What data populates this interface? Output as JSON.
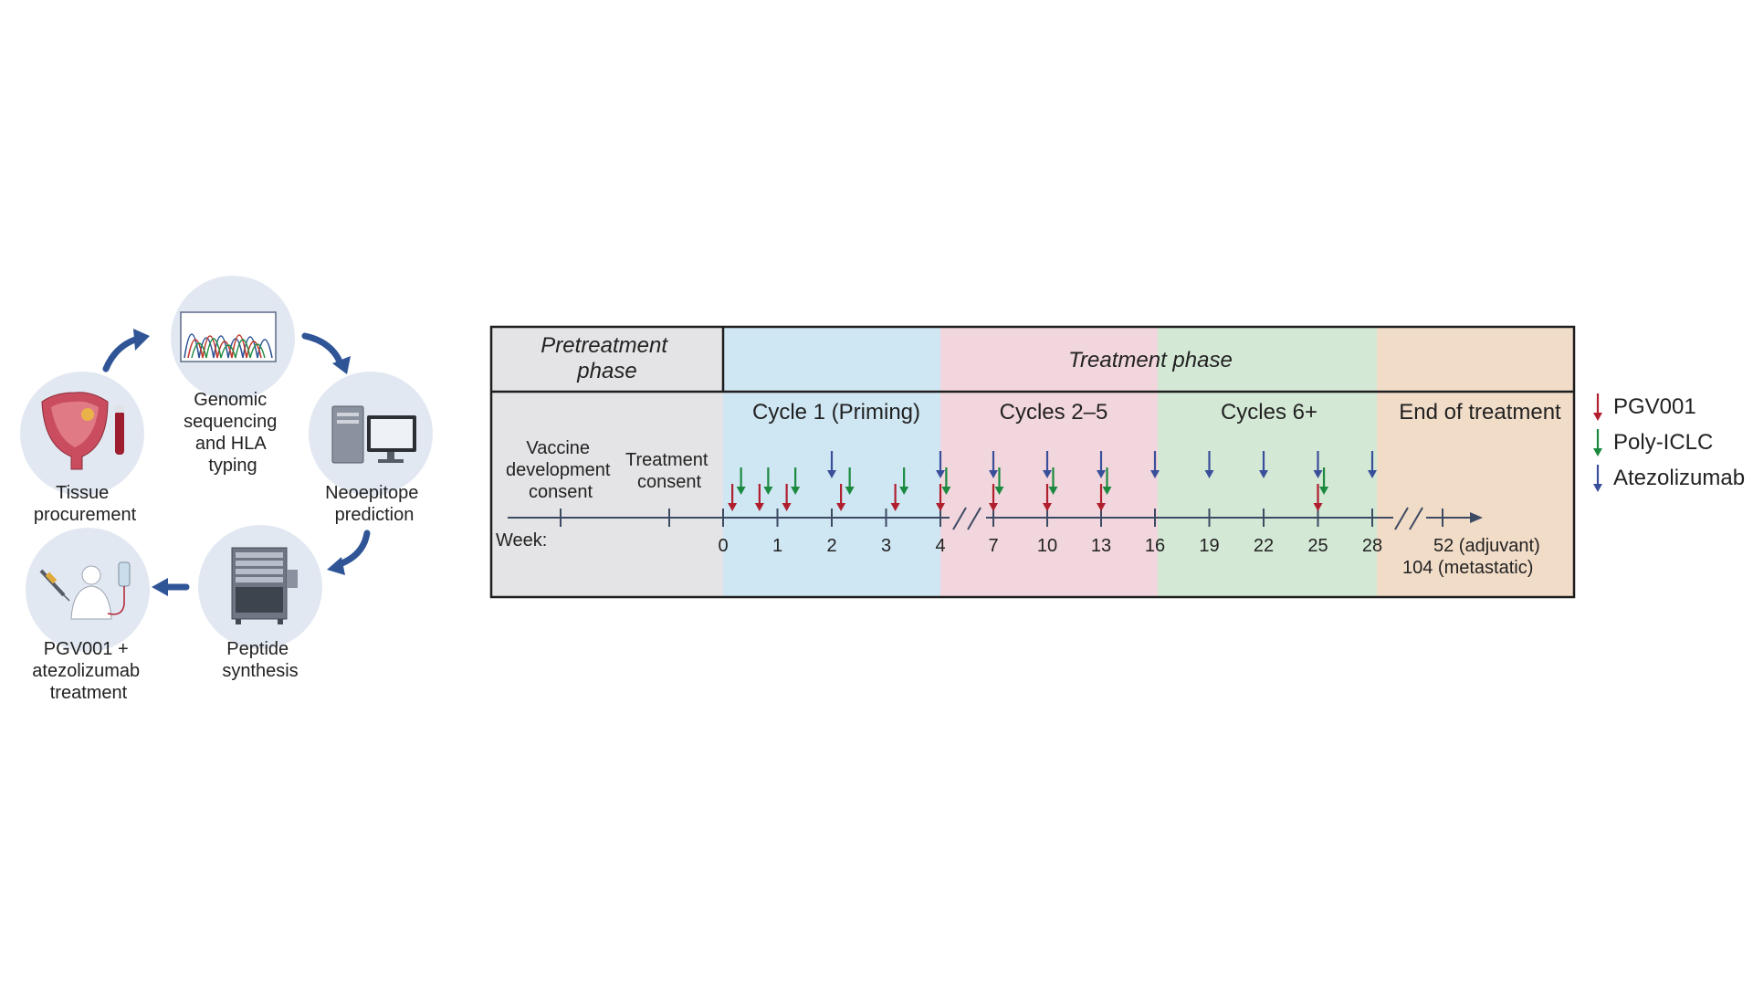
{
  "workflow": {
    "steps": [
      {
        "icon": "dna-sequencing-chromatogram-icon",
        "lines": [
          "Genomic",
          "sequencing",
          "and HLA",
          "typing"
        ]
      },
      {
        "icon": "computer-workstation-icon",
        "lines": [
          "Neoepitope",
          "prediction"
        ]
      },
      {
        "icon": "peptide-synthesizer-icon",
        "lines": [
          "Peptide",
          "synthesis"
        ]
      },
      {
        "icon": "patient-infusion-icon",
        "lines": [
          "PGV001 +",
          "atezolizumab",
          "treatment"
        ]
      },
      {
        "icon": "bladder-tissue-icon",
        "lines": [
          "Tissue",
          "procurement"
        ]
      }
    ]
  },
  "timeline": {
    "pretreatment_header": [
      "Pretreatment",
      "phase"
    ],
    "treatment_header": "Treatment phase",
    "phases": [
      {
        "label": "Cycle 1 (Priming)",
        "color": "#cfe6f3"
      },
      {
        "label": "Cycles 2–5",
        "color": "#f2d6dd"
      },
      {
        "label": "Cycles 6+",
        "color": "#d4e8d6"
      },
      {
        "label": "End of treatment",
        "color": "#f1dcc8"
      }
    ],
    "pretreatment_color": "#e4e4e6",
    "consents": [
      [
        "Vaccine",
        "development",
        "consent"
      ],
      [
        "Treatment",
        "consent"
      ]
    ],
    "week_label": "Week:",
    "weeks": [
      "0",
      "1",
      "2",
      "3",
      "4",
      "7",
      "10",
      "13",
      "16",
      "19",
      "22",
      "25",
      "28"
    ],
    "end_weeks": [
      "52 (adjuvant)",
      "104 (metastatic)"
    ],
    "doses": {
      "PGV001": [
        "0.17",
        "0.67",
        "1.17",
        "2.17",
        "3.17",
        "4",
        "7",
        "10",
        "13",
        "25"
      ],
      "Poly-ICLC": [
        "0.33",
        "0.83",
        "1.33",
        "2.33",
        "3.33",
        "4.33",
        "7.33",
        "10.33",
        "13.33",
        "25.33"
      ],
      "Atezolizumab": [
        "2",
        "4",
        "7",
        "10",
        "13",
        "16",
        "19",
        "22",
        "25",
        "28"
      ]
    }
  },
  "legend": [
    {
      "label": "PGV001",
      "color": "#b01f2e"
    },
    {
      "label": "Poly-ICLC",
      "color": "#1b8a3f"
    },
    {
      "label": "Atezolizumab",
      "color": "#3a4f9a"
    }
  ],
  "colors": {
    "circle": "#e2e8f1",
    "arrow": "#2f5597",
    "axis": "#3d4a63"
  }
}
